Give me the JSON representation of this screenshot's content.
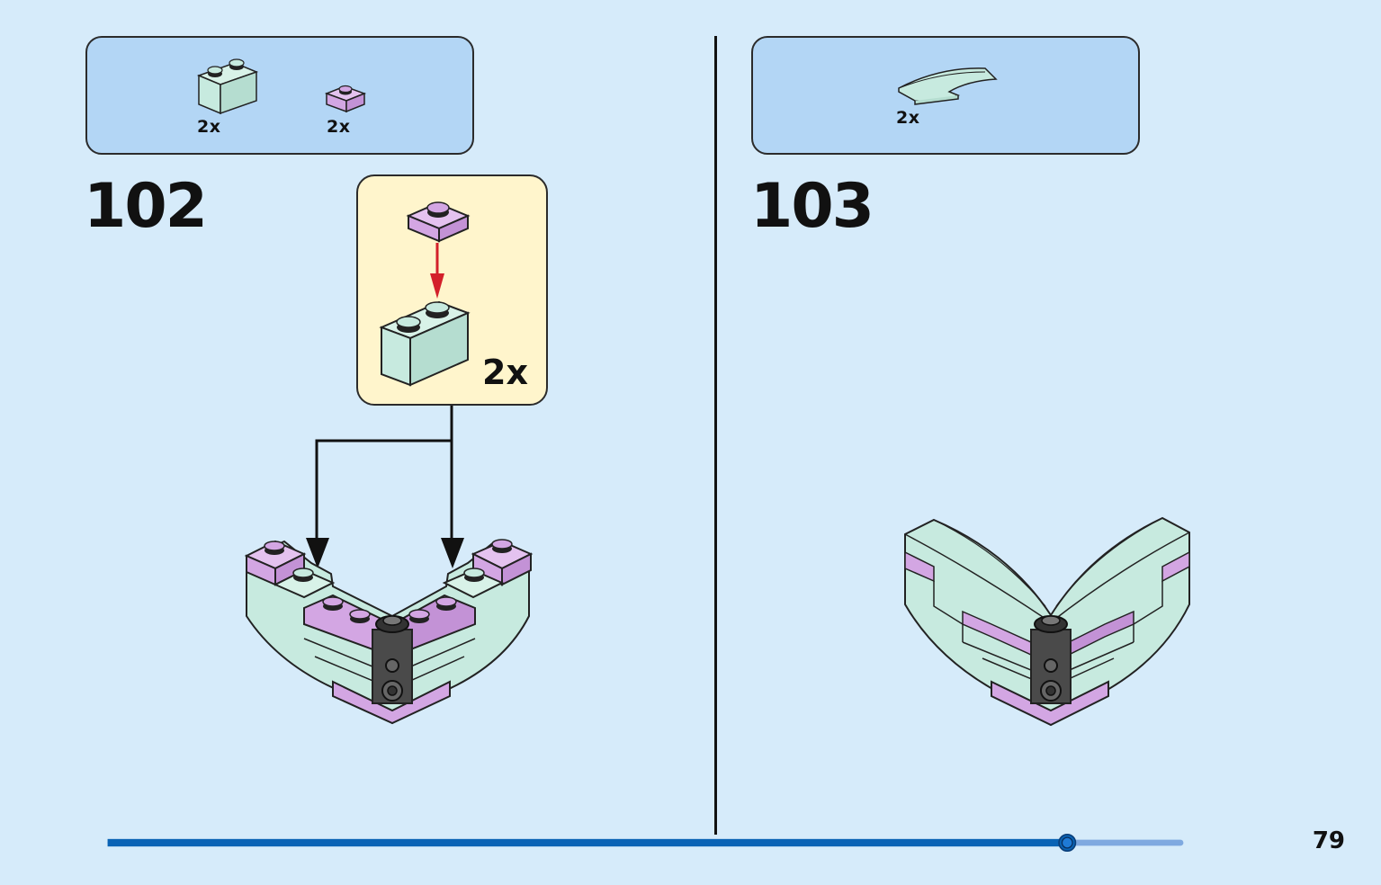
{
  "step_102": {
    "number": "102",
    "parts": [
      {
        "piece": "brick-1x2-mint",
        "qty": "2x"
      },
      {
        "piece": "plate-1x1-lavender",
        "qty": "2x"
      }
    ],
    "subassembly": {
      "qty": "2x"
    }
  },
  "step_103": {
    "number": "103",
    "parts": [
      {
        "piece": "curved-slope-mint",
        "qty": "2x"
      }
    ]
  },
  "page": {
    "number": "79",
    "progress": 0.892
  },
  "colors": {
    "background": "#d6ebfa",
    "parts_box": "#b3d6f5",
    "subassembly_box": "#fff5cc",
    "mint": "#c7eadf",
    "lavender": "#d3a6e3",
    "dark_gray": "#4a4a4a",
    "arrow_red": "#d3202a",
    "progress_blue": "#0a63b5",
    "progress_light": "#7fa9e0"
  }
}
